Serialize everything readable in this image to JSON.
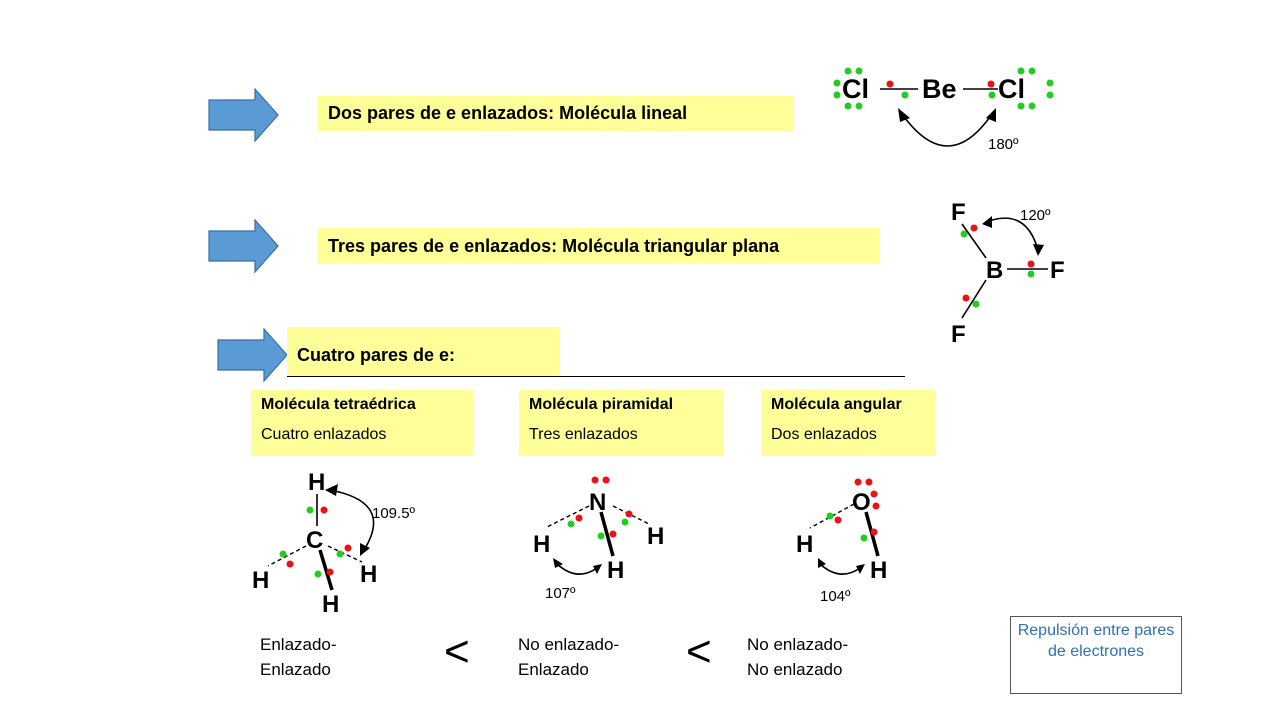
{
  "rows": [
    {
      "label": "Dos pares de e enlazados: Molécula lineal"
    },
    {
      "label": "Tres pares de e enlazados: Molécula triangular plana"
    },
    {
      "label": "Cuatro pares de e:"
    }
  ],
  "molecules": {
    "becl2": {
      "a1": "Cl",
      "center": "Be",
      "a2": "Cl",
      "angle": "180º"
    },
    "bf3": {
      "center": "B",
      "top": "F",
      "right": "F",
      "bottom": "F",
      "angle": "120º"
    },
    "ch4": {
      "center": "C",
      "h": "H",
      "angle": "109.5º"
    },
    "nh3": {
      "center": "N",
      "h": "H",
      "angle": "107º"
    },
    "h2o": {
      "center": "O",
      "h": "H",
      "angle": "104º"
    }
  },
  "shapes": [
    {
      "title": "Molécula tetraédrica",
      "subtitle": "Cuatro enlazados"
    },
    {
      "title": "Molécula piramidal",
      "subtitle": "Tres enlazados"
    },
    {
      "title": "Molécula angular",
      "subtitle": "Dos enlazados"
    }
  ],
  "comparison": {
    "items": [
      "Enlazado-\nEnlazado",
      "No enlazado-\nEnlazado",
      "No enlazado-\nNo enlazado"
    ],
    "operator": "<"
  },
  "note": "Repulsión entre pares de electrones",
  "colors": {
    "arrow": "#5b9bd5",
    "box": "#ffff99",
    "bonding_dot": "#22cc22",
    "lone_dot": "#ee1111",
    "note_text": "#2f6fb5"
  }
}
